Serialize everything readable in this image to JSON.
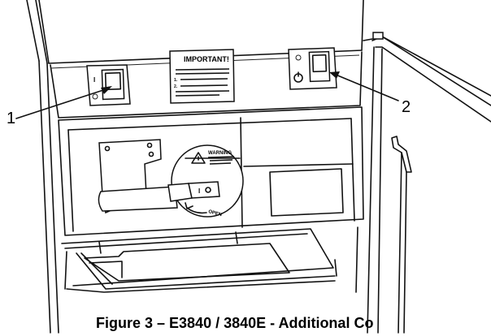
{
  "figure": {
    "caption": "Figure 3 – E3840 / 3840E - Additional Co",
    "callouts": [
      {
        "label": "1"
      },
      {
        "label": "2"
      }
    ],
    "panel_label": {
      "heading": "IMPORTANT!",
      "item_1": "1.",
      "item_2": "2."
    },
    "switch_1_mark": "I",
    "warning_label": {
      "heading": "WARNING"
    },
    "valve_handle_mark": "I",
    "dial_text": "OPEN"
  },
  "icons": [
    "power-symbol-icon",
    "warning-triangle-icon",
    "rotation-arrow-icon"
  ],
  "colors": {
    "line": "#111111",
    "background": "#ffffff"
  }
}
